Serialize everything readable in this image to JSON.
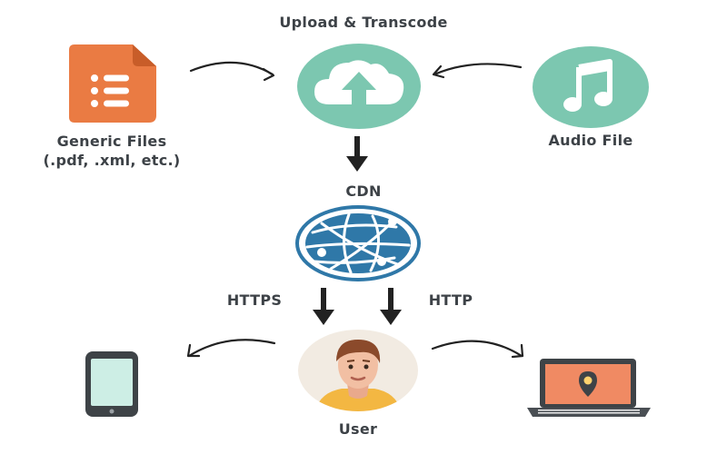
{
  "title": "Upload & Transcode",
  "nodes": {
    "generic_files": {
      "label_line1": "Generic Files",
      "label_line2": "(.pdf, .xml, etc.)",
      "icon": "document-list-icon"
    },
    "upload": {
      "icon": "cloud-upload-icon"
    },
    "audio": {
      "label": "Audio File",
      "icon": "music-note-icon"
    },
    "cdn": {
      "label": "CDN",
      "icon": "globe-network-icon"
    },
    "user": {
      "label": "User",
      "icon": "user-avatar-icon"
    },
    "mobile": {
      "icon": "smartphone-icon"
    },
    "laptop": {
      "icon": "laptop-location-icon"
    }
  },
  "edges": {
    "https_label": "HTTPS",
    "http_label": "HTTP"
  },
  "colors": {
    "teal": "#7cc7b0",
    "orange": "#ea7b43",
    "globe_blue": "#2f78a8",
    "text": "#3d4247",
    "arrow": "#222222"
  }
}
